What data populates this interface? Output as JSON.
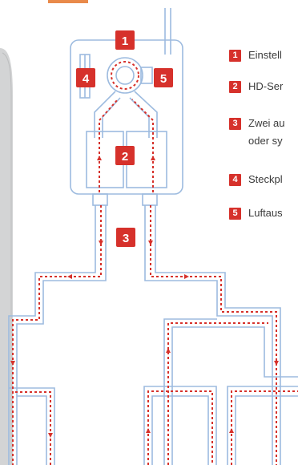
{
  "colors": {
    "duct": "#9dbbdf",
    "airflow": "#d6312b",
    "badge": "#d6312b",
    "badge_text": "#ffffff",
    "legend_text": "#3a3a3a",
    "wall": "#cfd0d1"
  },
  "badges": {
    "top": "1",
    "left": "4",
    "right": "5",
    "center": "2",
    "lower": "3"
  },
  "legend": {
    "item1": {
      "num": "1",
      "text": "Einstell"
    },
    "item2": {
      "num": "2",
      "text": "HD-Ser"
    },
    "item3": {
      "num": "3",
      "line1": "Zwei au",
      "line2": "oder sy"
    },
    "item4": {
      "num": "4",
      "text": "Steckpl"
    },
    "item5": {
      "num": "5",
      "text": "Luftaus"
    }
  }
}
